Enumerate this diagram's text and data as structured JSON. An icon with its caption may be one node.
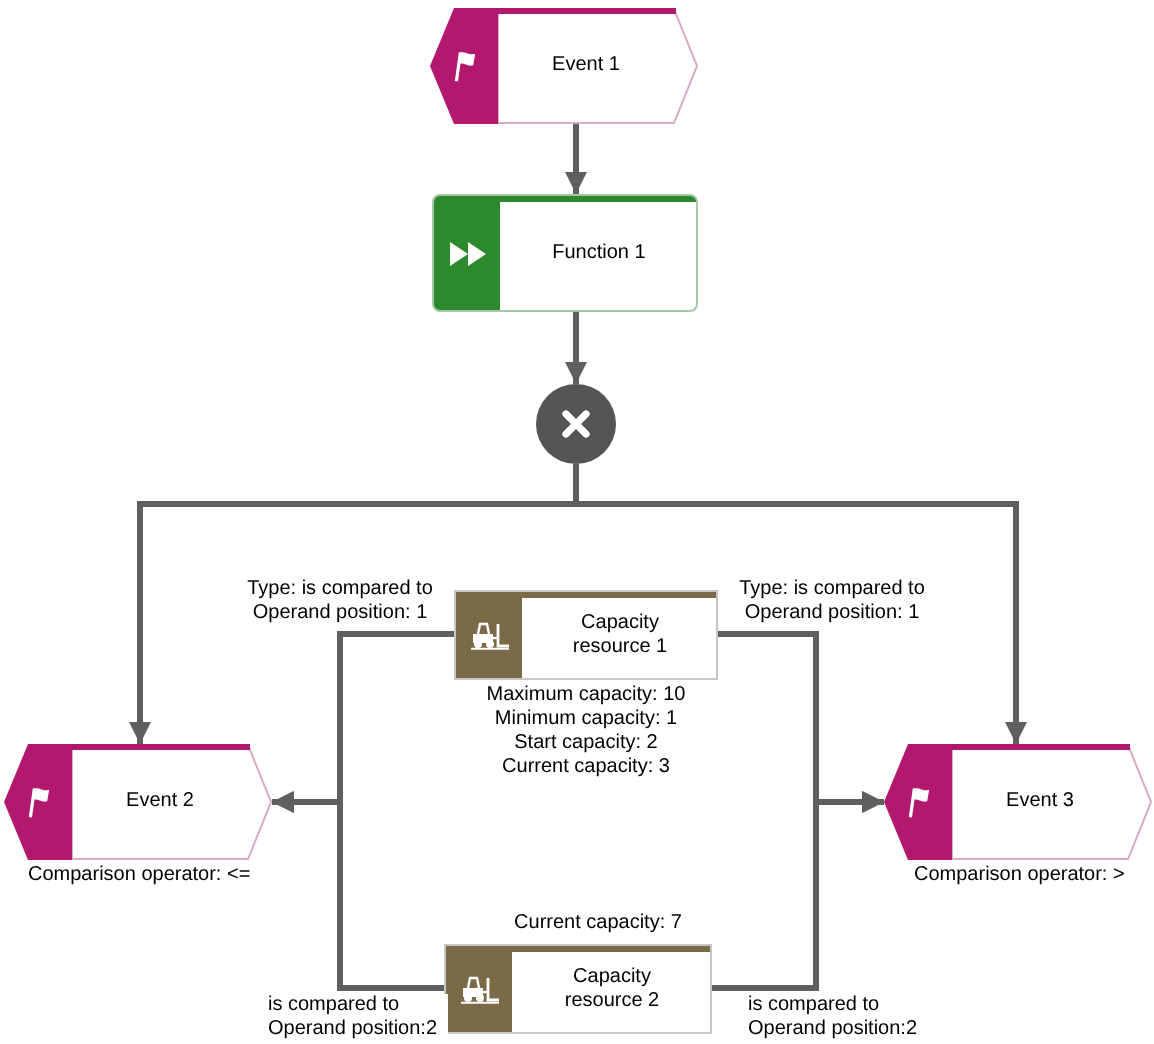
{
  "diagram": {
    "nodes": [
      {
        "text": [
          "Event 1"
        ]
      },
      {
        "text": [
          "Function 1"
        ]
      },
      {
        "text": [],
        "shape": "circle"
      },
      {
        "text": [
          "Capacity resource 1"
        ],
        "beside": [
          "Maximum capacity: 10",
          "Minimum capacity: 1",
          "Start capacity: 2",
          "Current capacity: 3"
        ]
      },
      {
        "text": [
          "Event 2"
        ],
        "beside": [
          "Comparison operator: <="
        ]
      },
      {
        "text": [
          "Event 3"
        ],
        "beside": [
          "Comparison operator: >"
        ]
      },
      {
        "text": [
          "Capacity resource 2"
        ],
        "beside": [
          "Current capacity: 7"
        ]
      }
    ],
    "edges": [
      {
        "from": 0,
        "to": 1,
        "arrow": "to"
      },
      {
        "from": 1,
        "to": 2,
        "arrow": "to"
      },
      {
        "from": 2,
        "to": 4,
        "arrow": "to"
      },
      {
        "from": 2,
        "to": 5,
        "arrow": "to"
      },
      {
        "from": 3,
        "to": 4,
        "arrow": "to",
        "label": "Type: is compared to Operand position: 1"
      },
      {
        "from": 6,
        "to": 4,
        "arrow": "to",
        "label": "is compared to Operand position:2"
      },
      {
        "from": 3,
        "to": 5,
        "arrow": "to",
        "label": "Type: is compared to Operand position: 1"
      },
      {
        "from": 6,
        "to": 5,
        "arrow": "to",
        "label": "is compared to Operand position:2"
      }
    ]
  }
}
